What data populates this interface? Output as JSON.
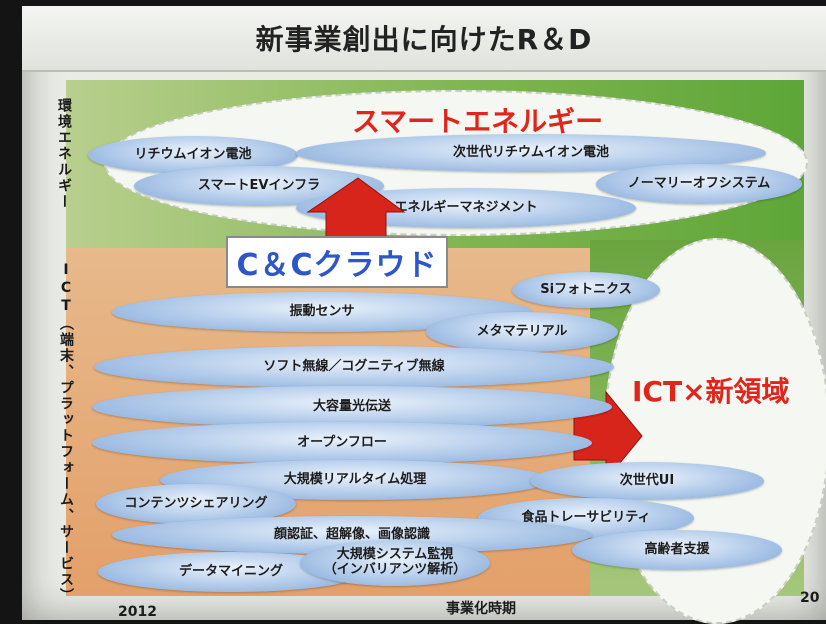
{
  "slide": {
    "title": "新事業創出に向けたR＆D"
  },
  "categories": {
    "environment_energy": "環境エネルギー",
    "ict": "ICT（端末、プラットフォーム、サービス）"
  },
  "regions": {
    "smart_energy": "スマートエネルギー",
    "cc_cloud": "C＆Cクラウド",
    "ict_new_domain": "ICT×新領域"
  },
  "energy_items": {
    "lithium_battery": "リチウムイオン電池",
    "next_gen_lithium": "次世代リチウムイオン電池",
    "smart_ev": "スマートEVインフラ",
    "normally_off": "ノーマリーオフシステム",
    "energy_mgmt": "エネルギーマネジメント"
  },
  "ict_items": {
    "si_photonics": "Siフォトニクス",
    "vibration_sensor": "振動センサ",
    "metamaterial": "メタマテリアル",
    "soft_radio": "ソフト無線／コグニティブ無線",
    "large_optical": "大容量光伝送",
    "openflow": "オープンフロー",
    "realtime": "大規模リアルタイム処理",
    "next_gen_ui": "次世代UI",
    "content_sharing": "コンテンツシェアリング",
    "food_trace": "食品トレーサビリティ",
    "recognition": "顔認証、超解像、画像認識",
    "elderly": "高齢者支援",
    "data_mining": "データマイニング",
    "system_monitor_1": "大規模システム監視",
    "system_monitor_2": "（インバリアンツ解析）"
  },
  "axis": {
    "x_label": "事業化時期",
    "start_year": "2012",
    "end_year_partial": "20"
  },
  "colors": {
    "red_text": "#e0251c",
    "cloud_blue": "#2d56c8",
    "arrow_red": "#d8251c"
  }
}
